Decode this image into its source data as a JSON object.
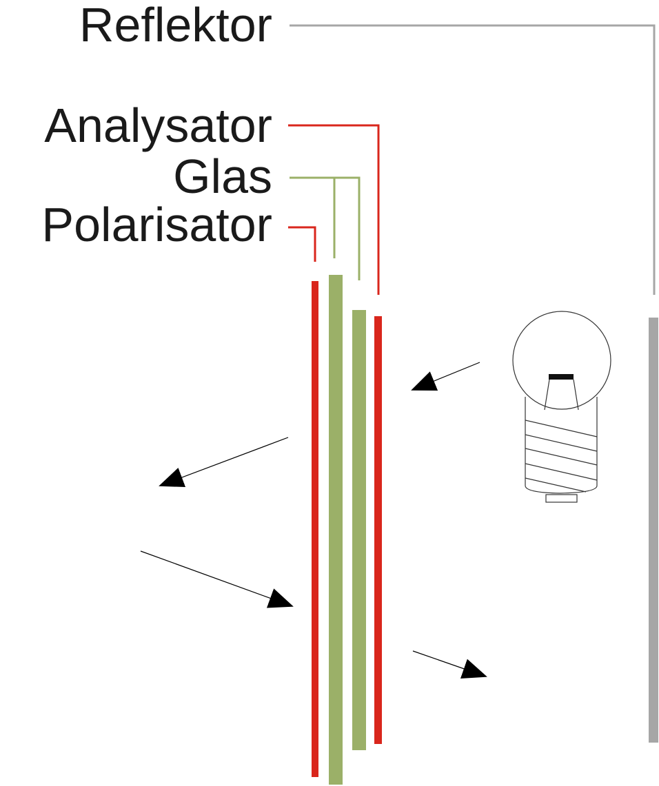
{
  "labels": {
    "reflector": "Reflektor",
    "analyzer": "Analysator",
    "glass": "Glas",
    "polarizer": "Polarisator"
  },
  "colors": {
    "polarizer": "#d9261c",
    "analyzer": "#d9261c",
    "glass": "#9bb068",
    "reflector": "#a6a6a6",
    "text": "#1a1a1a"
  },
  "icons": [
    "light-bulb-icon",
    "arrow-icon"
  ]
}
